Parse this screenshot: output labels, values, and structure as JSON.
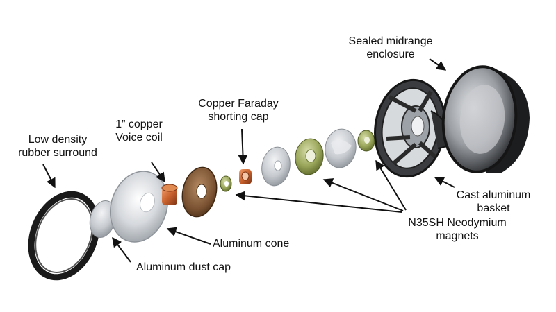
{
  "labels": {
    "surround": [
      "Low density",
      "rubber surround"
    ],
    "voice_coil": [
      "1” copper",
      "Voice coil"
    ],
    "faraday": [
      "Copper Faraday",
      "shorting cap"
    ],
    "enclosure": [
      "Sealed midrange",
      "enclosure"
    ],
    "basket": [
      "Cast aluminum",
      "basket"
    ],
    "magnets": [
      "N35SH Neodymium",
      "magnets"
    ],
    "cone": "Aluminum cone",
    "dust_cap": "Aluminum dust cap"
  },
  "colors": {
    "surround": "#1a1a1a",
    "copper": "#c8612c",
    "voice_coil_former": "#8a5a3a",
    "magnet_olive": "#8c9a4e",
    "aluminum": "#c9cdd2",
    "basket": "#2a2a2a",
    "arrow": "#111111"
  }
}
